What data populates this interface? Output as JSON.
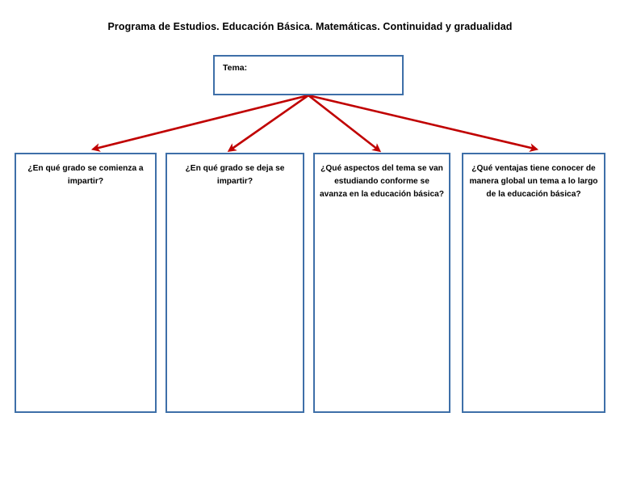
{
  "document": {
    "title": "Programa de Estudios. Educación Básica. Matemáticas. Continuidad y gradualidad"
  },
  "diagram": {
    "type": "graphic-organizer",
    "root": {
      "label": "Tema:",
      "value": ""
    },
    "branches": [
      {
        "id": "branch-1",
        "question": "¿En qué grado se comienza a impartir?",
        "answer": ""
      },
      {
        "id": "branch-2",
        "question": "¿En qué grado se deja se impartir?",
        "answer": ""
      },
      {
        "id": "branch-3",
        "question": "¿Qué aspectos del tema se van estudiando conforme se avanza en la educación básica?",
        "answer": ""
      },
      {
        "id": "branch-4",
        "question": "¿Qué ventajas tiene conocer de manera global un tema a lo largo de la educación básica?",
        "answer": ""
      }
    ],
    "colors": {
      "box_border": "#3E6FA8",
      "arrow": "#C00000",
      "background": "#FFFFFF",
      "text": "#000000"
    }
  }
}
